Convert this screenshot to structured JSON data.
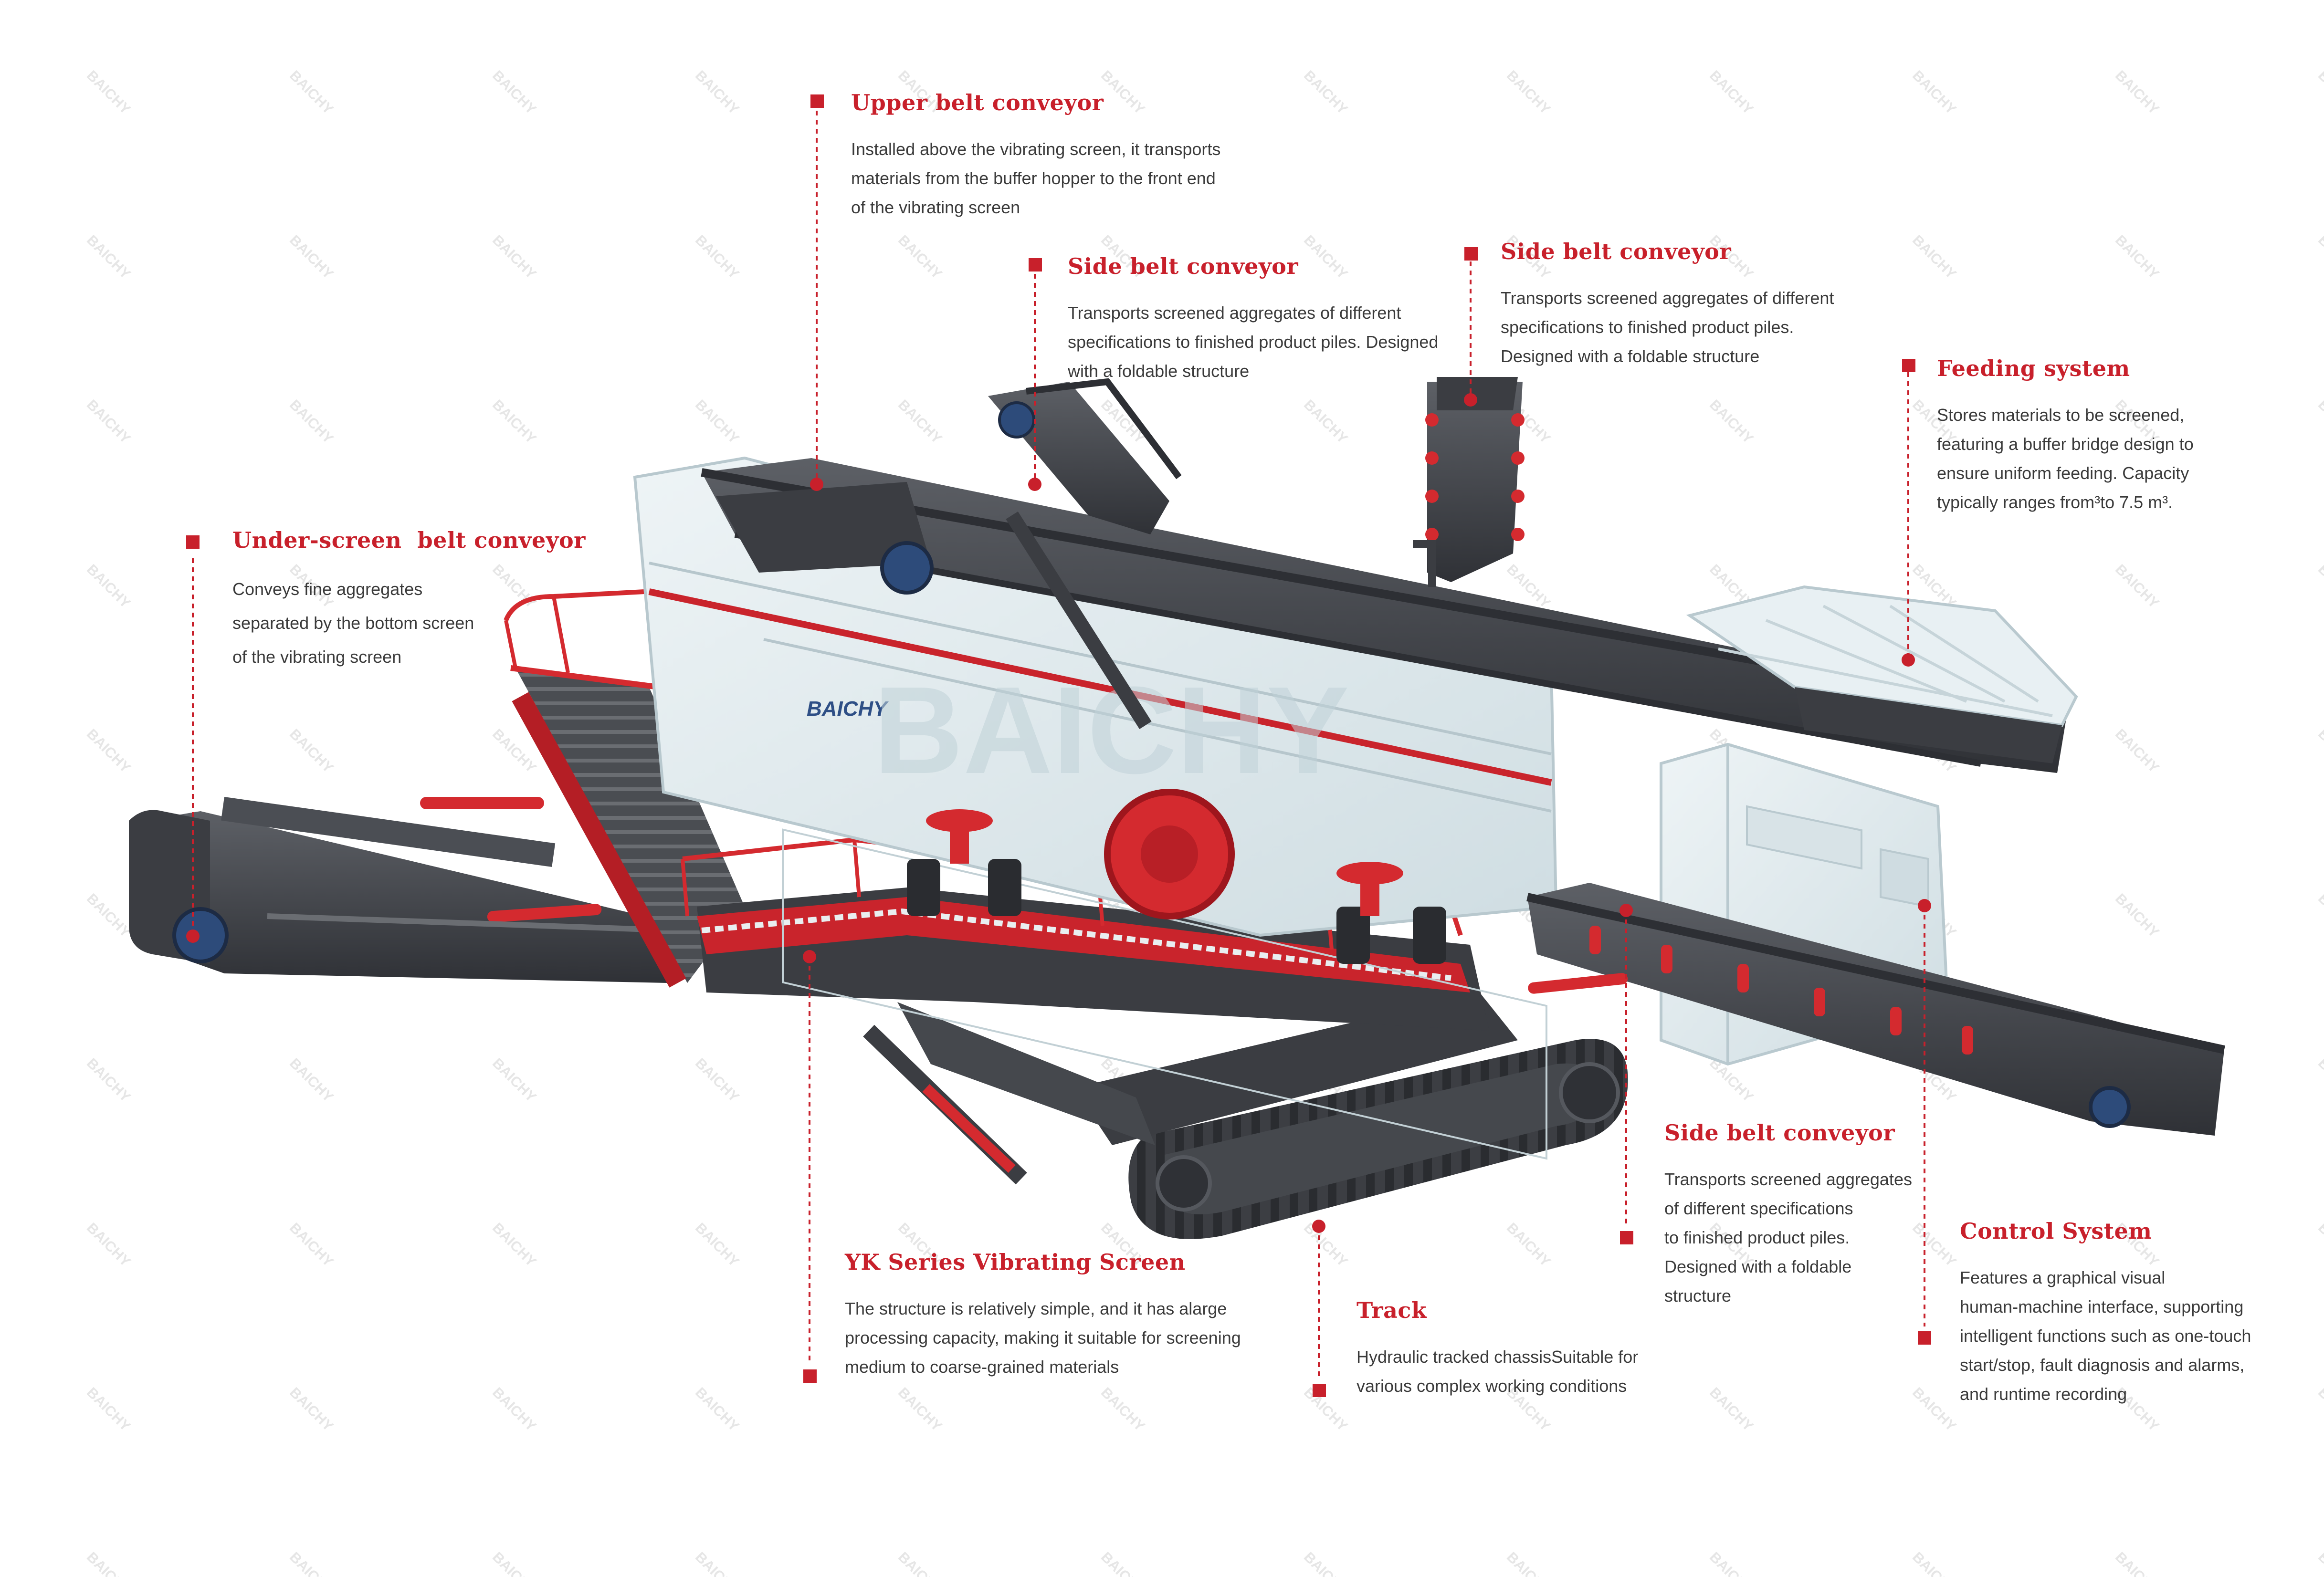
{
  "colors": {
    "accent_red": "#c8202b",
    "frame_dark": "#3b3d42",
    "frame_mid": "#5a5d63",
    "panel_light": "#dfe9ec",
    "track_dark": "#2a2c30",
    "text": "#3a3a3a"
  },
  "icons": [
    "marker-square-icon",
    "dashed-leader-line"
  ],
  "labels": {
    "upper_belt": {
      "title": "Upper belt conveyor",
      "lines": [
        "Installed above the vibrating screen, it transports",
        "materials from the buffer hopper to the front end",
        "of the vibrating screen"
      ]
    },
    "side_belt_1": {
      "title": "Side belt conveyor",
      "lines": [
        " Transports screened aggregates of different",
        "specifications to finished product piles. Designed",
        "with a foldable structure"
      ]
    },
    "side_belt_2": {
      "title": "Side belt conveyor",
      "lines": [
        " Transports screened aggregates of different",
        "specifications to finished product piles.",
        "Designed with a foldable structure"
      ]
    },
    "feeding": {
      "title": "Feeding system",
      "lines": [
        "Stores materials to be screened,",
        "featuring a buffer bridge design to",
        "ensure uniform feeding. Capacity",
        "typically ranges from³to 7.5 m³."
      ]
    },
    "under_screen": {
      "title": "Under-screen  belt conveyor",
      "lines": [
        "Conveys fine aggregates",
        "separated by the bottom screen",
        "of the vibrating screen"
      ]
    },
    "side_belt_3": {
      "title": "Side belt conveyor",
      "lines": [
        "Transports screened aggregates",
        "of different specifications",
        "to finished product piles.",
        "Designed with a foldable",
        "structure"
      ]
    },
    "control": {
      "title": "Control System",
      "lines": [
        "Features a graphical visual",
        "human-machine interface, supporting",
        "intelligent functions such as one-touch",
        "start/stop, fault diagnosis and alarms,",
        "and runtime recording"
      ]
    },
    "vibrating": {
      "title": "YK Series Vibrating Screen",
      "lines": [
        "The structure is relatively simple, and it has alarge",
        "processing capacity, making it suitable for screening",
        "medium to coarse-grained materials"
      ]
    },
    "track": {
      "title": "Track",
      "lines": [
        "Hydraulic tracked chassisSuitable for",
        "various complex working conditions"
      ]
    }
  }
}
